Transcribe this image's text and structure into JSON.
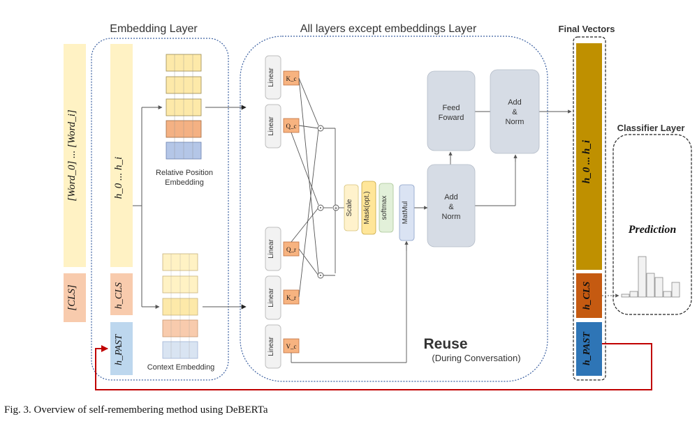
{
  "section_titles": {
    "embedding": "Embedding Layer",
    "all_layers": "All layers except embeddings Layer",
    "final_vectors": "Final Vectors",
    "classifier": "Classifier Layer"
  },
  "input": {
    "words": "[Word_0] ... [Word_i]",
    "cls": "[CLS]"
  },
  "embedding_layer": {
    "h_range": "h_0 ... h_i",
    "h_cls": "h_CLS",
    "h_past": "h_PAST",
    "relative_position_line1": "Relative Position",
    "relative_position_line2": "Embedding",
    "context_embedding": "Context Embedding"
  },
  "attention": {
    "linear": "Linear",
    "kc": "K_c",
    "qc": "Q_c",
    "qr": "Q_r",
    "kr": "K_r",
    "vc": "V_c",
    "scale": "Scale",
    "mask": "Mask(opt.)",
    "softmax": "softmax",
    "matmul": "MatMul",
    "add_norm_line1": "Add",
    "add_norm_line2": "&",
    "add_norm_line3": "Norm",
    "feed_forward_line1": "Feed",
    "feed_forward_line2": "Foward"
  },
  "reuse": {
    "title": "Reuse",
    "subtitle": "(During Conversation)"
  },
  "final_vectors": {
    "h_range": "h_0 ... h_i",
    "h_cls": "h_CLS",
    "h_past": "h_PAST"
  },
  "classifier": {
    "prediction": "Prediction"
  },
  "caption": "Fig. 3.  Overview of self-remembering method using DeBERTa",
  "colors": {
    "yellow_light": "#fff2c4",
    "yellow_cell": "#fde9a9",
    "orange_cell": "#f4b183",
    "orange_h_cls": "#f8cbad",
    "blue_cell": "#b4c6e7",
    "blue_light": "#d9e4f2",
    "orange_box": "#f7b380",
    "grey_box": "#d6dce5",
    "gold_bar": "#bf9000",
    "rust_bar": "#c55a11",
    "blue_bar": "#2e75b6",
    "reuse_red": "#c00000",
    "yellow_box": "#ffe699",
    "green_box": "#e2f0d9",
    "blue_box": "#dae3f3"
  }
}
